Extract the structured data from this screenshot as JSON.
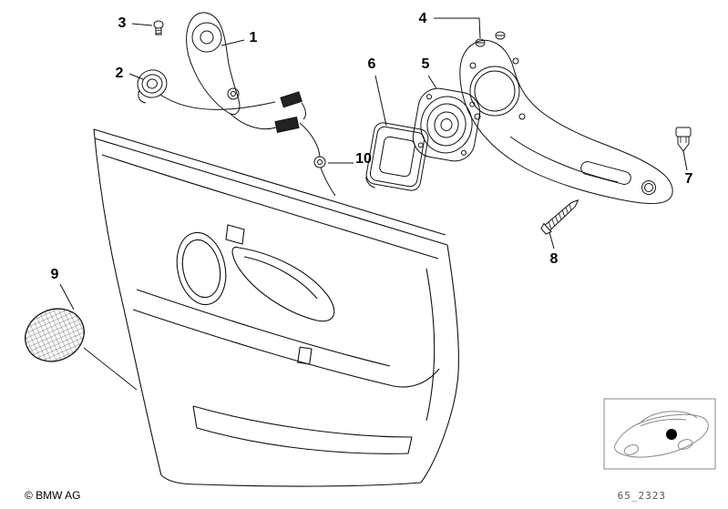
{
  "page": {
    "background_color": "#ffffff",
    "line_color": "#1a1a1a",
    "inset_line_color": "#8a8a8a"
  },
  "footer": {
    "copyright": "© BMW AG",
    "diagram_code": "65_2323"
  },
  "callouts": [
    "1",
    "2",
    "3",
    "4",
    "5",
    "6",
    "7",
    "8",
    "9",
    "10"
  ]
}
